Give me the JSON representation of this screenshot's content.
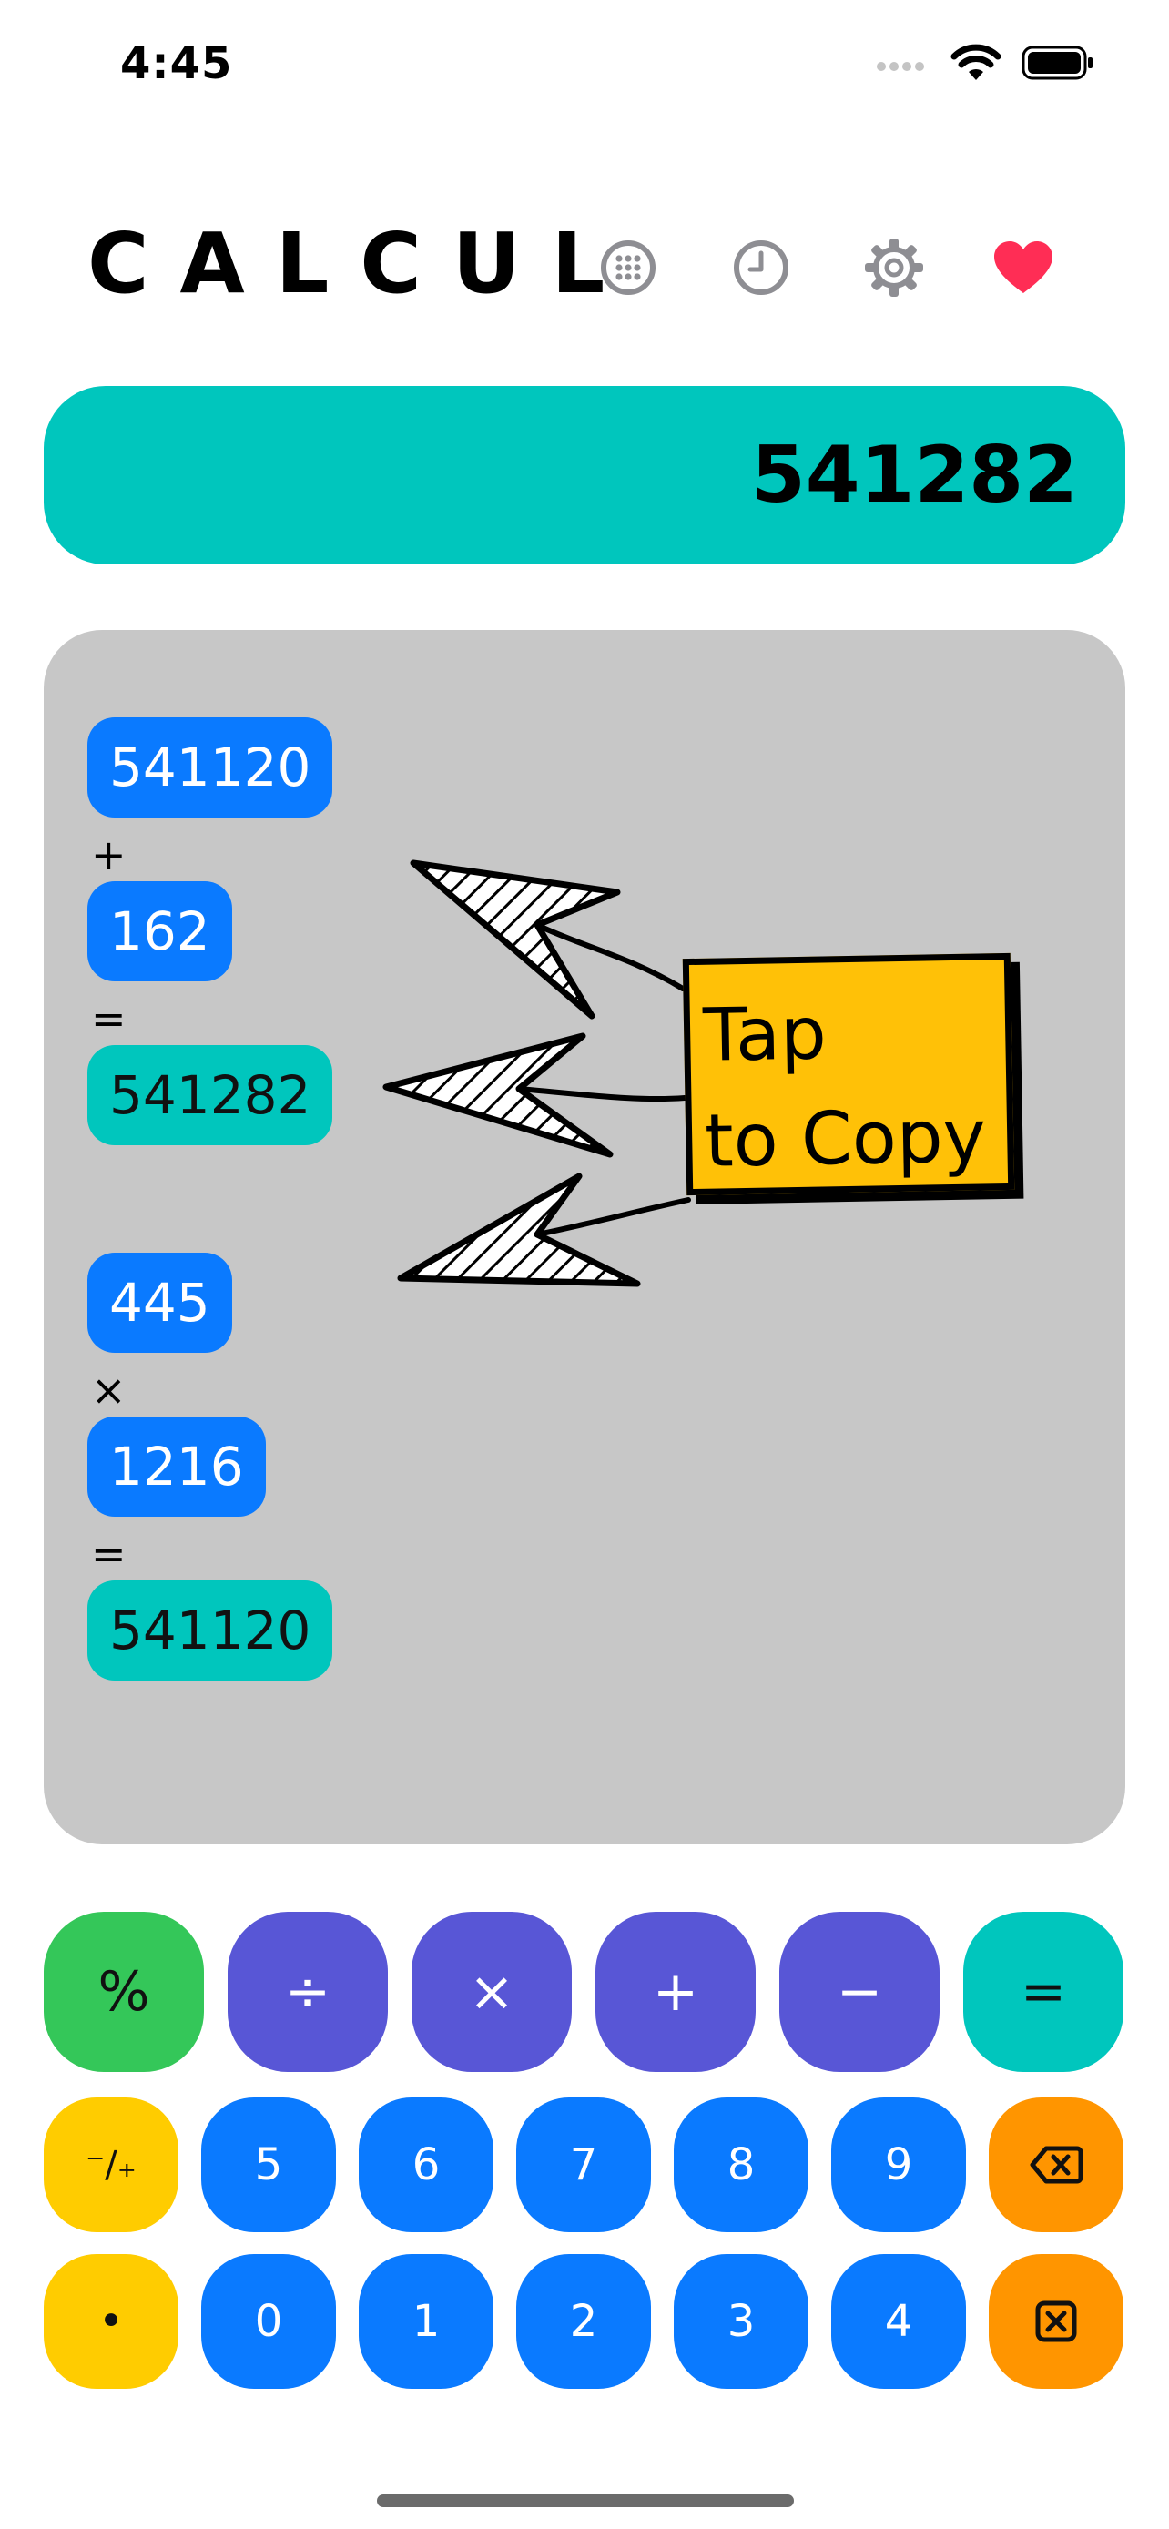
{
  "status_bar": {
    "time": "4:45",
    "icons": [
      "cellular-icon",
      "wifi-icon",
      "battery-icon"
    ]
  },
  "header": {
    "title": "CALCUL",
    "icons": [
      "keypad-icon",
      "history-icon",
      "settings-icon",
      "heart-icon"
    ],
    "heart_color": "#ff2d55"
  },
  "result": {
    "value": "541282",
    "color": "#00c6bd"
  },
  "history": {
    "entries": [
      {
        "operand1": "541120",
        "operator": "+",
        "operand2": "162",
        "equals": "=",
        "result": "541282"
      },
      {
        "operand1": "445",
        "operator": "×",
        "operand2": "1216",
        "equals": "=",
        "result": "541120"
      }
    ],
    "hint_line1": "Tap",
    "hint_line2": "to Copy"
  },
  "keypad": {
    "row1": [
      {
        "label": "%",
        "name": "percent-key"
      },
      {
        "label": "÷",
        "name": "divide-key"
      },
      {
        "label": "×",
        "name": "multiply-key"
      },
      {
        "label": "+",
        "name": "add-key"
      },
      {
        "label": "−",
        "name": "subtract-key"
      },
      {
        "label": "=",
        "name": "equals-key"
      }
    ],
    "row2": [
      {
        "label": "⁻∕₊",
        "name": "plus-minus-key"
      },
      {
        "label": "5",
        "name": "digit-5-key"
      },
      {
        "label": "6",
        "name": "digit-6-key"
      },
      {
        "label": "7",
        "name": "digit-7-key"
      },
      {
        "label": "8",
        "name": "digit-8-key"
      },
      {
        "label": "9",
        "name": "digit-9-key"
      },
      {
        "label": "",
        "name": "backspace-key",
        "icon": "backspace-icon"
      }
    ],
    "row3": [
      {
        "label": "•",
        "name": "decimal-key"
      },
      {
        "label": "0",
        "name": "digit-0-key"
      },
      {
        "label": "1",
        "name": "digit-1-key"
      },
      {
        "label": "2",
        "name": "digit-2-key"
      },
      {
        "label": "3",
        "name": "digit-3-key"
      },
      {
        "label": "4",
        "name": "digit-4-key"
      },
      {
        "label": "",
        "name": "clear-key",
        "icon": "clear-icon"
      }
    ]
  }
}
